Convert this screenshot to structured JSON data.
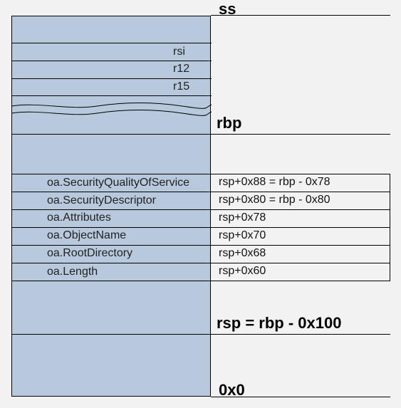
{
  "markers": {
    "ss": "ss",
    "rbp": "rbp",
    "rsp": "rsp = rbp - 0x100",
    "zero": "0x0"
  },
  "saved_regs": [
    "rsi",
    "r12",
    "r15"
  ],
  "oa_fields": [
    {
      "name": "oa.SecurityQualityOfService",
      "offset": "rsp+0x88 = rbp - 0x78"
    },
    {
      "name": "oa.SecurityDescriptor",
      "offset": "rsp+0x80 = rbp - 0x80"
    },
    {
      "name": "oa.Attributes",
      "offset": "rsp+0x78"
    },
    {
      "name": "oa.ObjectName",
      "offset": "rsp+0x70"
    },
    {
      "name": "oa.RootDirectory",
      "offset": "rsp+0x68"
    },
    {
      "name": "oa.Length",
      "offset": "rsp+0x60"
    }
  ],
  "colors": {
    "stack_fill": "#b8c9dd",
    "background": "#f2f2f2"
  }
}
